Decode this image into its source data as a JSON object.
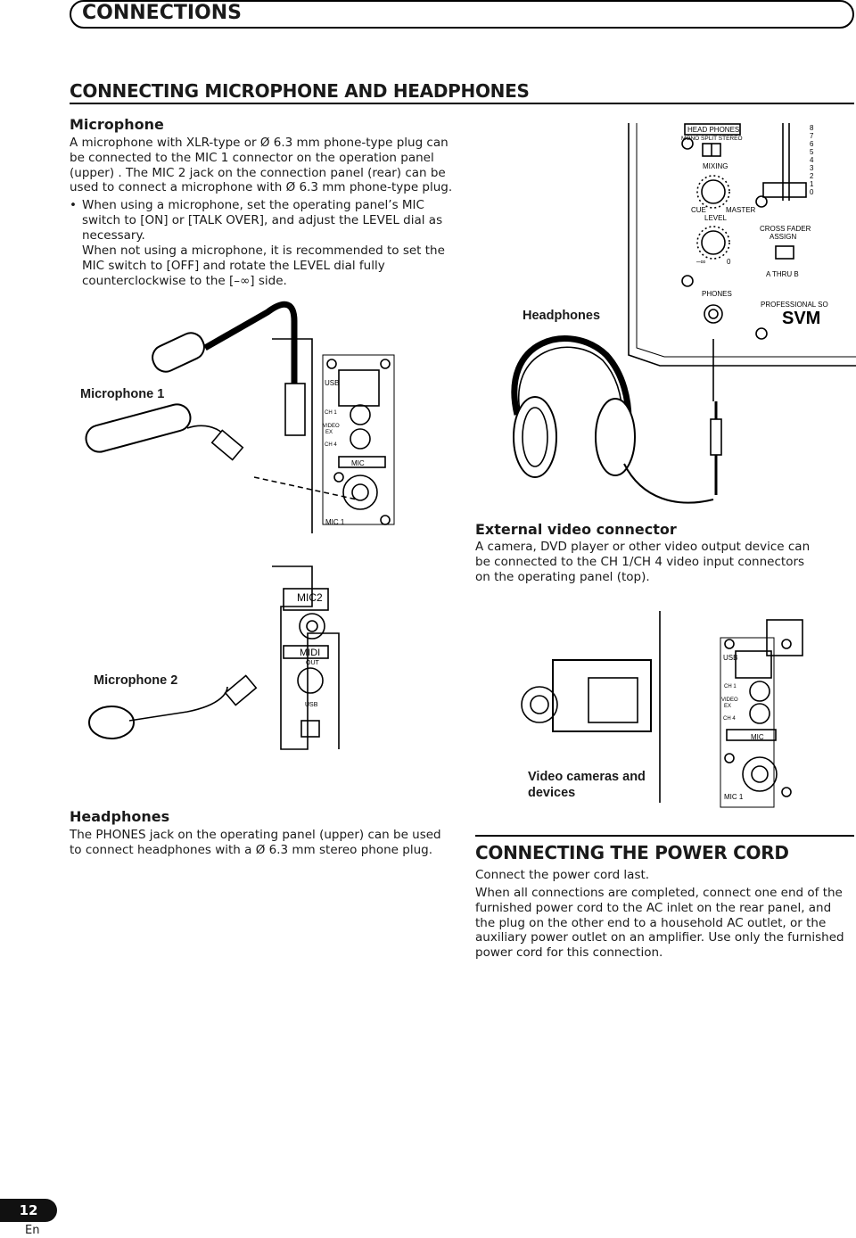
{
  "header": {
    "section": "CONNECTIONS"
  },
  "mic_section": {
    "title": "CONNECTING MICROPHONE AND HEADPHONES",
    "sub_title": "Microphone",
    "p1": "A microphone with XLR-type or Ø 6.3 mm phone-type plug can be connected to the MIC 1 connector on the operation panel (upper) . The MIC 2 jack on the connection panel (rear) can be used to connect a microphone with Ø 6.3 mm phone-type plug.",
    "bullet": "When using a microphone, set the operating panel’s MIC switch to [ON] or [TALK OVER], and adjust the LEVEL dial as necessary.",
    "p2": "When not using a microphone, it is recommended to set the MIC switch to [OFF] and rotate the LEVEL dial fully counterclockwise to the [–∞] side."
  },
  "diagram": {
    "headphones_label": "Headphones",
    "mic1_label": "Microphone 1",
    "mic2_label": "Microphone 2",
    "video_label": "Video cameras and devices",
    "panel": {
      "headphones_box": "HEAD PHONES",
      "mono_split_stereo": "MONO  SPLIT   STEREO",
      "mixing": "MIXING",
      "cue": "CUE",
      "master": "MASTER",
      "level": "LEVEL",
      "minus_inf": "–∞",
      "zero": "0",
      "phones": "PHONES",
      "cross_fader": "CROSS FADER",
      "assign": "ASSIGN",
      "a_thru_b": "A  THRU  B",
      "professional": "PROFESSIONAL SO",
      "svm": "SVM",
      "usb": "USB",
      "ch1": "CH 1",
      "video": "VIDEO",
      "ex": "EX",
      "ch4": "CH 4",
      "mic": "MIC",
      "mic1": "MIC 1",
      "mic2": "MIC2",
      "midi": "MIDI",
      "out": "OUT",
      "scale": [
        "8",
        "7",
        "6",
        "5",
        "4",
        "3",
        "2",
        "1",
        "0"
      ]
    }
  },
  "headphones_section": {
    "title": "Headphones",
    "text": "The PHONES jack on the operating panel (upper) can be used to connect headphones with a Ø 6.3 mm stereo phone plug."
  },
  "video_section": {
    "title": "External video connector",
    "text": "A camera, DVD player or other video output device can be connected to the CH 1/CH 4 video input connectors on the operating panel (top)."
  },
  "power_section": {
    "title": "CONNECTING THE POWER CORD",
    "p1": "Connect the power cord last.",
    "p2": "When all connections are completed, connect one end of the furnished power cord to the AC inlet on the rear panel, and the plug on the other end to a household AC outlet, or the auxiliary power outlet on an amplifier. Use only the furnished power cord for this connection."
  },
  "footer": {
    "page": "12",
    "lang": "En"
  }
}
